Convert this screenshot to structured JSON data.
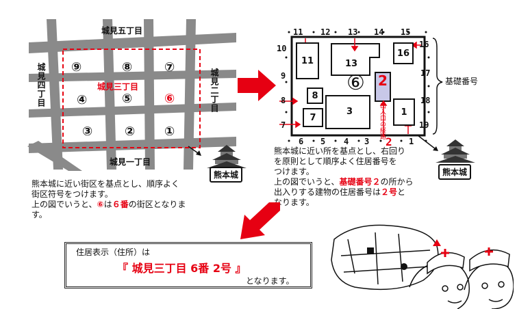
{
  "left_map": {
    "top_street": "城見五丁目",
    "bottom_street": "城見一丁目",
    "left_street": "城見四丁目",
    "right_street": "城見二丁目",
    "center_label": "城見三丁目",
    "blocks": [
      "⑨",
      "⑧",
      "⑦",
      "④",
      "⑤",
      "⑥",
      "③",
      "②",
      "①"
    ],
    "castle_label": "熊本城",
    "description": [
      "熊本城に近い街区を基点とし、順序よく",
      "街区符号をつけます。"
    ],
    "example_prefix": "上の図でいうと、",
    "example_highlight": "⑥",
    "example_mid": "は",
    "example_highlight2": "６番",
    "example_suffix": "の街区となりま",
    "example_suffix2": "す。"
  },
  "right_map": {
    "top_numbers": [
      "11",
      "12",
      "13",
      "14",
      "15"
    ],
    "bottom_numbers": [
      "6",
      "5",
      "4",
      "3",
      "2",
      "1"
    ],
    "left_numbers": [
      "10",
      "9",
      "8",
      "7"
    ],
    "right_numbers": [
      "16",
      "17",
      "18",
      "19"
    ],
    "buildings": [
      "11",
      "13",
      "16",
      "8",
      "3",
      "7",
      "1"
    ],
    "circled": "⑥",
    "highlight_building": "2",
    "entrance_label": "出入口の経路",
    "basis_label": "基礎番号",
    "castle_label": "熊本城",
    "description": [
      "熊本城に近い所を基点とし、右回り",
      "を原則として順序よく住居番号を",
      "つけます。"
    ],
    "example_line1_prefix": "上の図でいうと、",
    "example_line1_highlight": "基礎番号２",
    "example_line1_suffix": "の所から",
    "example_line2_prefix": "出入りする建物の住居番号は",
    "example_line2_highlight": "２号",
    "example_line2_suffix": "と",
    "example_line3": "なります。"
  },
  "result": {
    "label": "住居表示（住所）は",
    "address": "『 城見三丁目 6番 2号 』",
    "suffix": "となります。"
  },
  "colors": {
    "accent_red": "#e60012",
    "road_gray": "#8a8a8a"
  }
}
